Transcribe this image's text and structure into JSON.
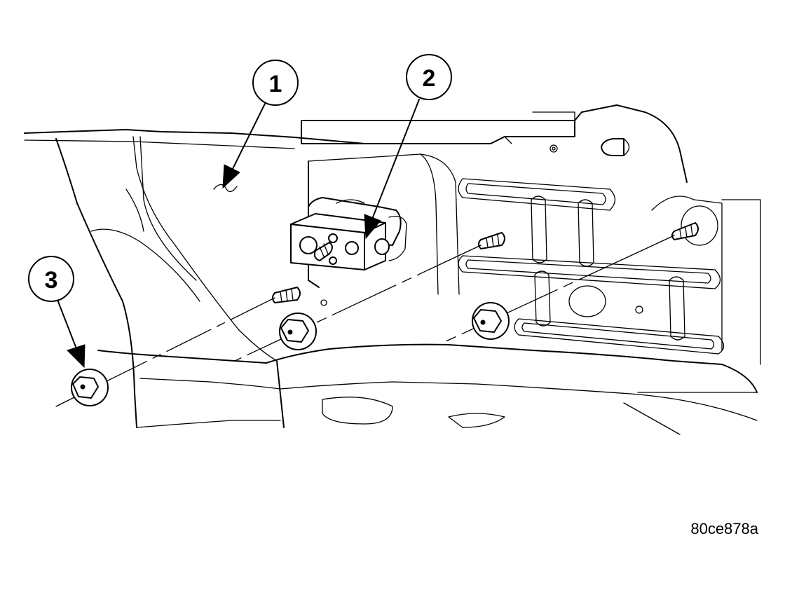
{
  "callouts": [
    {
      "label": "1",
      "target": "panel"
    },
    {
      "label": "2",
      "target": "expansion-valve"
    },
    {
      "label": "3",
      "target": "nut"
    }
  ],
  "figure_code": "80ce878a"
}
